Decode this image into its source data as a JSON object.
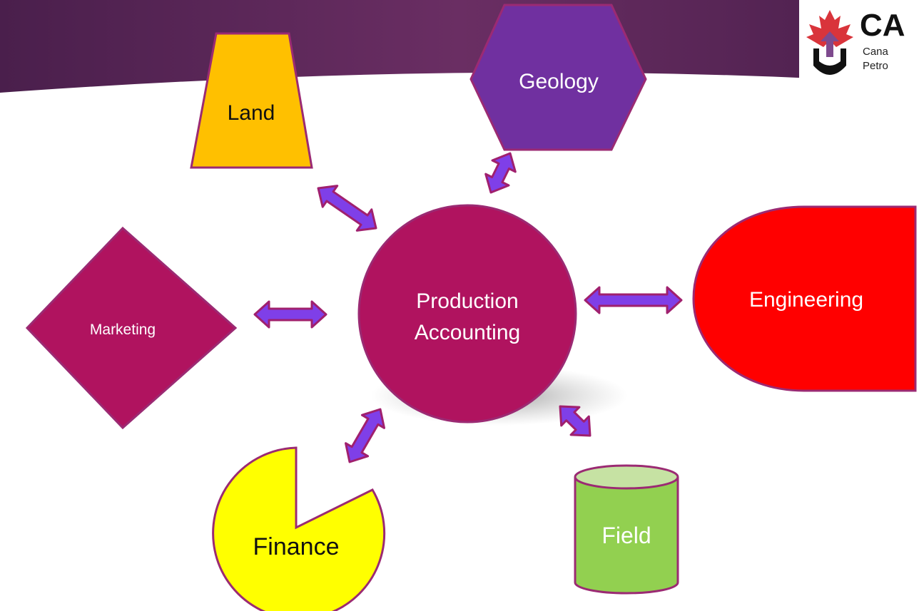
{
  "diagram": {
    "center": {
      "label_line1": "Production",
      "label_line2": "Accounting"
    },
    "nodes": {
      "land": {
        "label": "Land",
        "shape": "trapezoid",
        "color": "#FFC000"
      },
      "geology": {
        "label": "Geology",
        "shape": "hexagon",
        "color": "#7030A0"
      },
      "marketing": {
        "label": "Marketing",
        "shape": "diamond",
        "color": "#B0135F"
      },
      "engineering": {
        "label": "Engineering",
        "shape": "teardrop",
        "color": "#FF0000"
      },
      "finance": {
        "label": "Finance",
        "shape": "pie",
        "color": "#FFFF00"
      },
      "field": {
        "label": "Field",
        "shape": "cylinder",
        "color": "#92D050"
      }
    },
    "connector_color": "#7F3FE8",
    "header_color": "#5A2659"
  },
  "logo": {
    "text_main": "CA",
    "text_line1": "Cana",
    "text_line2": "Petro"
  }
}
